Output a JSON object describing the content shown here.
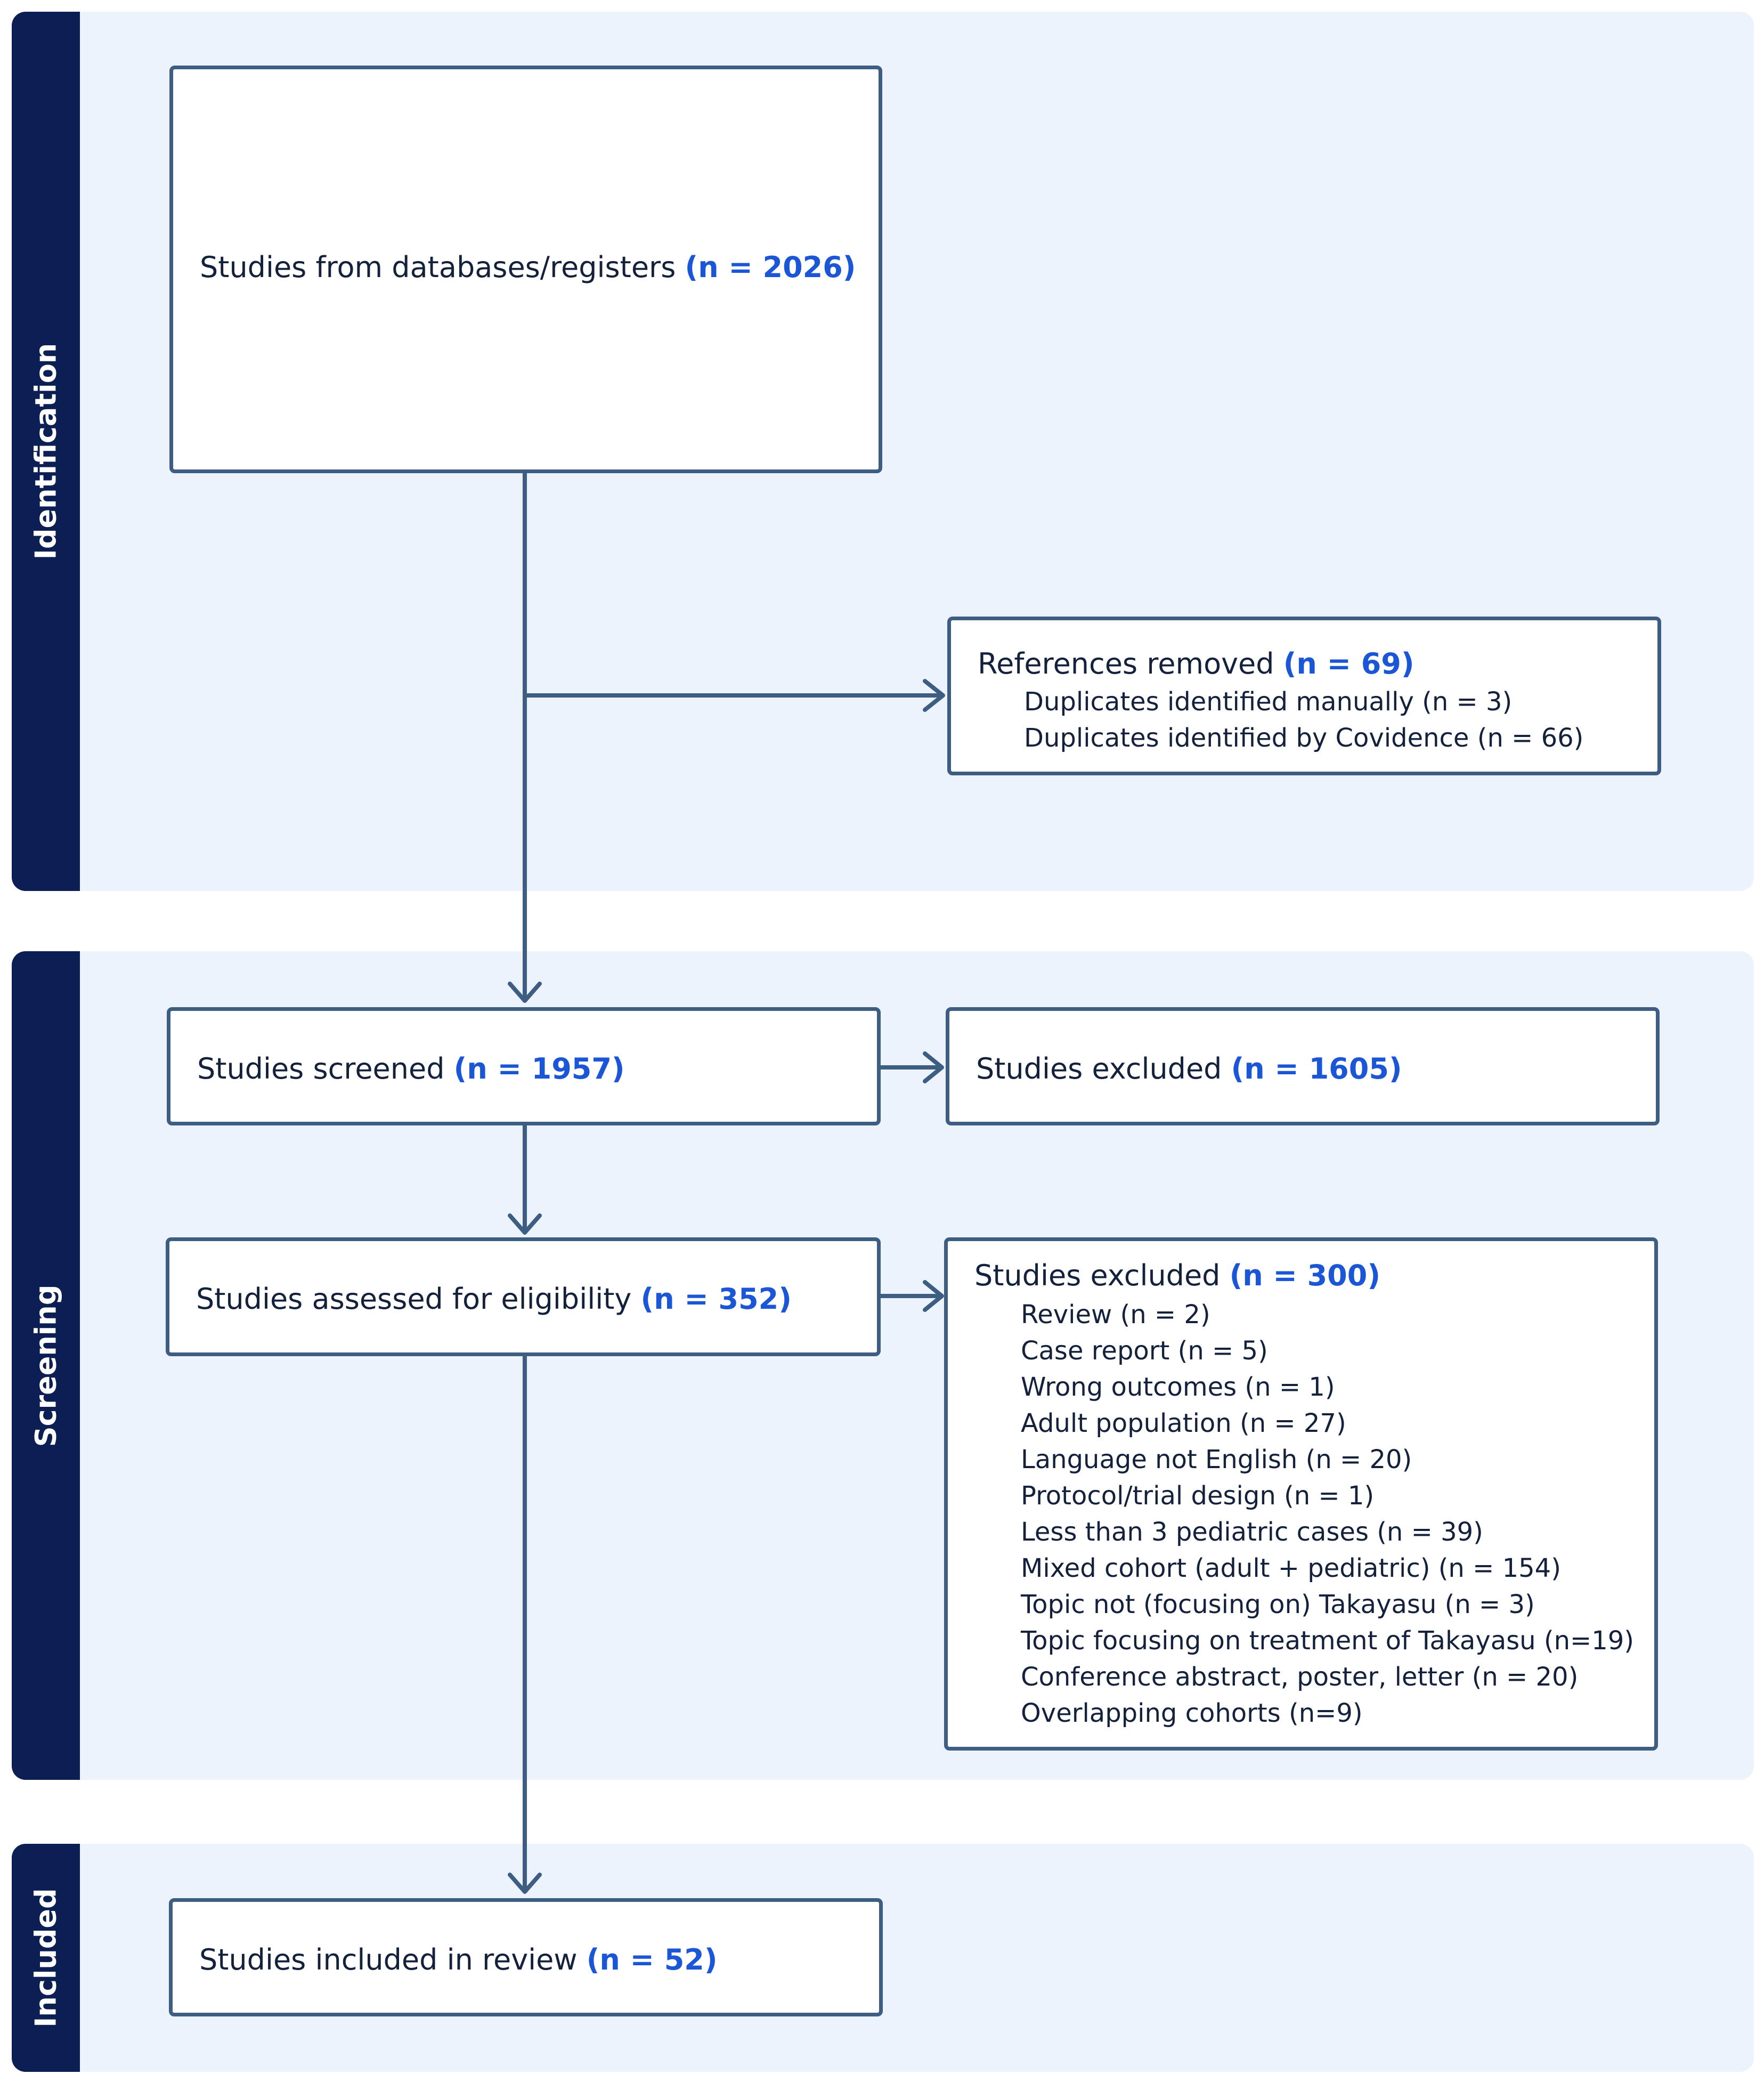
{
  "phases": {
    "identification": "Identification",
    "screening": "Screening",
    "included": "Included"
  },
  "boxes": {
    "databases": {
      "text": "Studies from databases/registers",
      "n": "(n = 2026)"
    },
    "removed": {
      "text": "References removed",
      "n": "(n = 69)",
      "items": [
        "Duplicates identified manually (n = 3)",
        "Duplicates identified by Covidence (n = 66)"
      ]
    },
    "screened": {
      "text": "Studies screened",
      "n": "(n = 1957)"
    },
    "excluded_screen": {
      "text": "Studies excluded",
      "n": "(n = 1605)"
    },
    "eligibility": {
      "text": "Studies assessed for eligibility",
      "n": "(n = 352)"
    },
    "excluded_full": {
      "text": "Studies excluded",
      "n": "(n = 300)",
      "items": [
        "Review (n = 2)",
        "Case report (n = 5)",
        "Wrong outcomes (n = 1)",
        "Adult population (n = 27)",
        "Language not English (n = 20)",
        "Protocol/trial design (n = 1)",
        "Less than 3 pediatric cases (n = 39)",
        "Mixed cohort (adult + pediatric) (n = 154)",
        "Topic not (focusing on) Takayasu (n = 3)",
        "Topic focusing on treatment of Takayasu (n=19)",
        "Conference abstract, poster, letter (n = 20)",
        "Overlapping cohorts (n=9)"
      ]
    },
    "included": {
      "text": "Studies included in review",
      "n": "(n = 52)"
    }
  },
  "colors": {
    "phase_background": "#edf3fc",
    "phase_bar": "#0b1f55",
    "box_border": "#3d5e82",
    "count_highlight": "#1a56d6"
  }
}
